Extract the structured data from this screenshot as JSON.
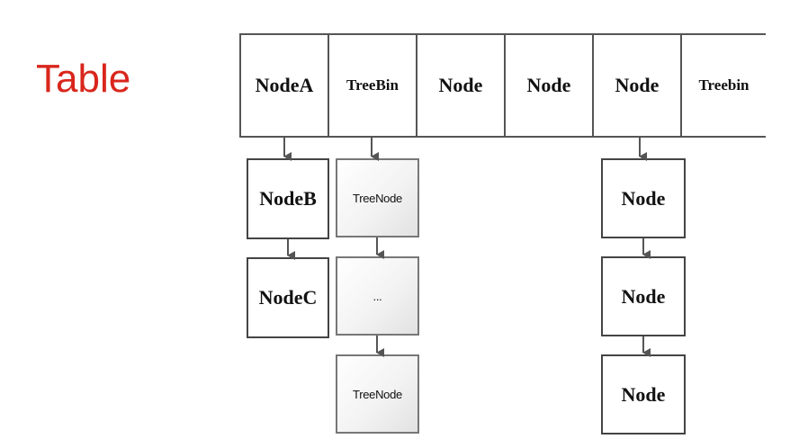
{
  "title": "Table",
  "table_cells": [
    "NodeA",
    "TreeBin",
    "Node",
    "Node",
    "Node",
    "Treebin"
  ],
  "chain_1": [
    "NodeB",
    "NodeC"
  ],
  "chain_2": [
    "TreeNode",
    "...",
    "TreeNode"
  ],
  "chain_3": [
    "Node",
    "Node",
    "Node"
  ],
  "colors": {
    "title": "#d9261c",
    "border": "#555555",
    "tree_fill": "#eeeeee"
  }
}
